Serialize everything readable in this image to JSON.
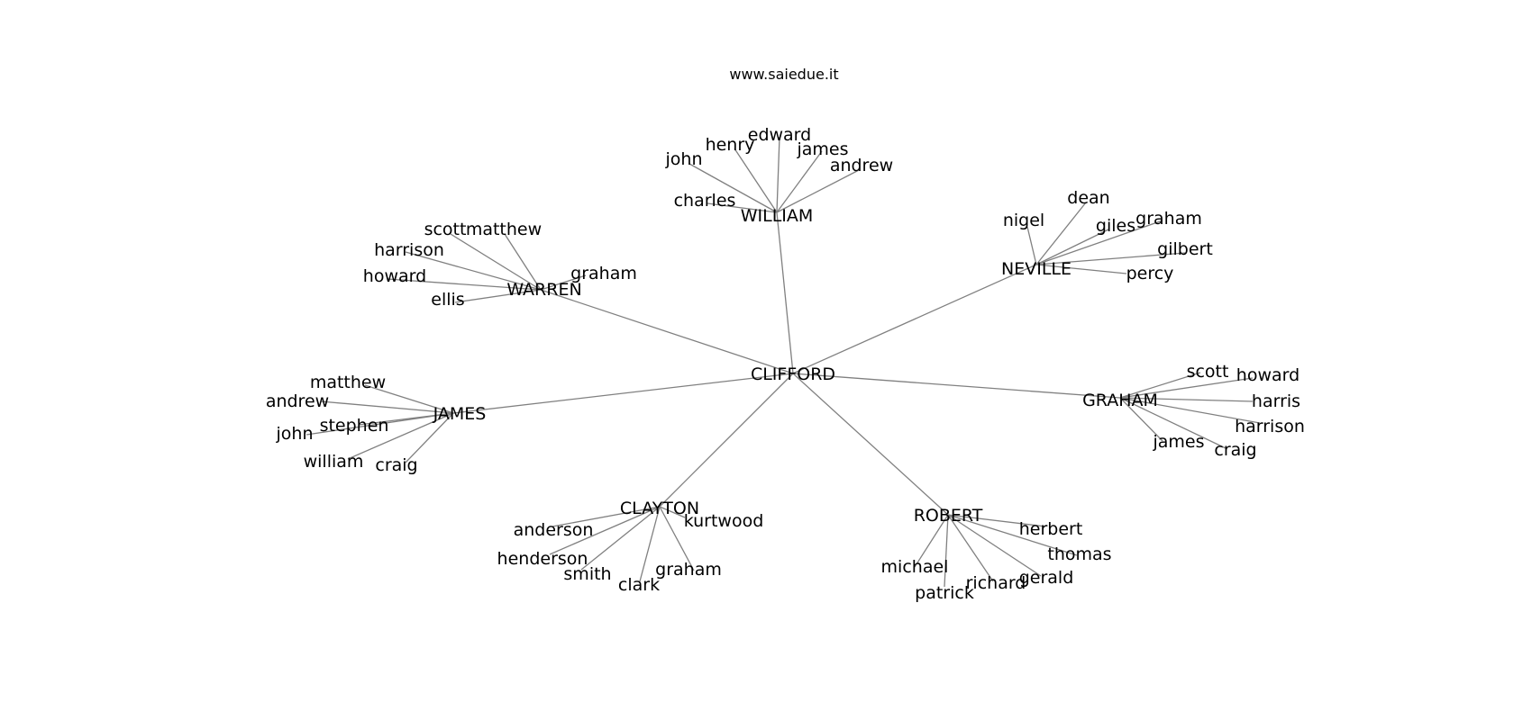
{
  "site_title": "www.saiedue.it",
  "colors": {
    "edge": "#808080",
    "text": "#000000",
    "background": "#ffffff"
  },
  "diagram": {
    "root": "CLIFFORD",
    "groups": [
      {
        "hub": "WILLIAM",
        "children": [
          "john",
          "henry",
          "edward",
          "james",
          "andrew",
          "charles"
        ]
      },
      {
        "hub": "NEVILLE",
        "children": [
          "nigel",
          "dean",
          "giles",
          "graham",
          "gilbert",
          "percy"
        ]
      },
      {
        "hub": "WARREN",
        "children": [
          "scott",
          "matthew",
          "harrison",
          "howard",
          "ellis",
          "graham"
        ]
      },
      {
        "hub": "JAMES",
        "children": [
          "matthew",
          "andrew",
          "john",
          "stephen",
          "william",
          "craig"
        ]
      },
      {
        "hub": "GRAHAM",
        "children": [
          "scott",
          "howard",
          "harris",
          "harrison",
          "james",
          "craig"
        ]
      },
      {
        "hub": "CLAYTON",
        "children": [
          "anderson",
          "henderson",
          "smith",
          "clark",
          "graham",
          "kurtwood"
        ]
      },
      {
        "hub": "ROBERT",
        "children": [
          "herbert",
          "thomas",
          "gerald",
          "richard",
          "patrick",
          "michael"
        ]
      }
    ]
  }
}
